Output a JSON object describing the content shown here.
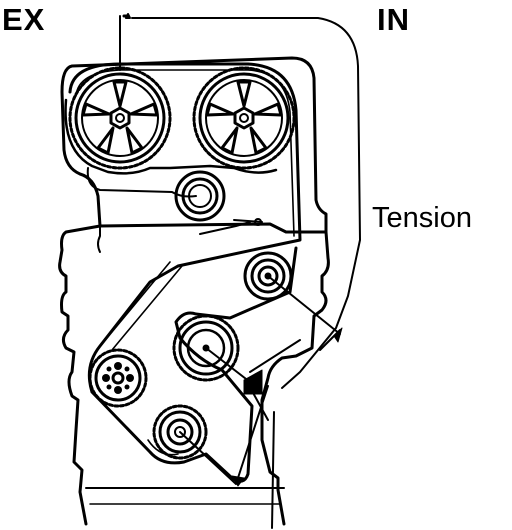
{
  "labels": {
    "exhaust": "EX",
    "intake": "IN",
    "tension": "Tension"
  },
  "colors": {
    "ink": "#000000",
    "paper": "#ffffff"
  }
}
